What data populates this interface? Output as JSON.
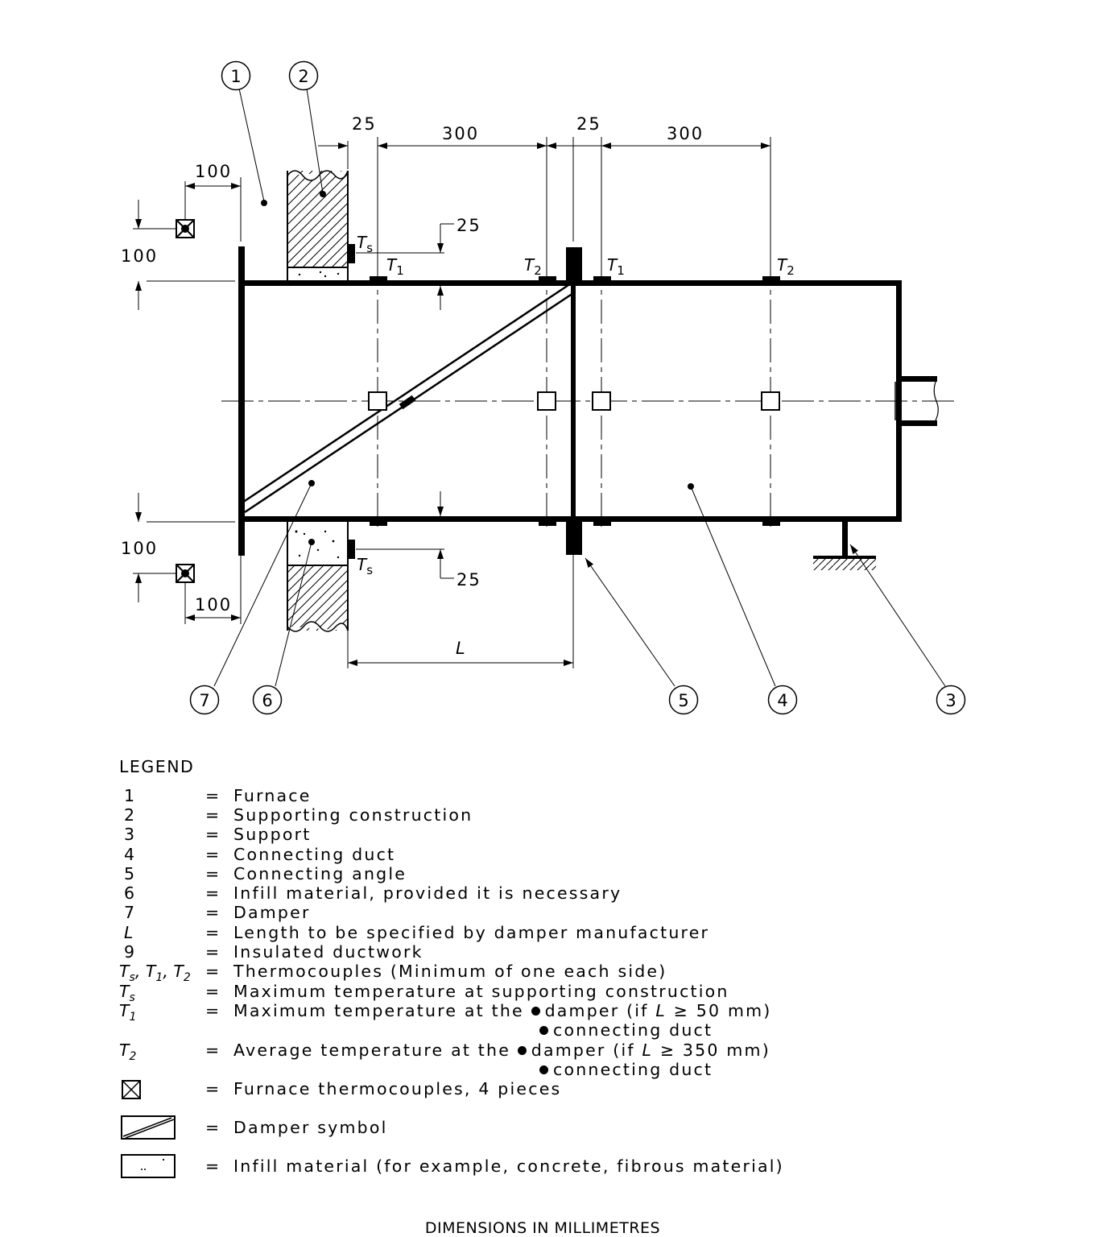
{
  "callouts": [
    "1",
    "2",
    "3",
    "4",
    "5",
    "6",
    "7"
  ],
  "dimensions": {
    "d25_a": "25",
    "d300_a": "300",
    "d25_b": "25",
    "d300_b": "300",
    "d100_top_h": "100",
    "d100_top_v": "100",
    "d25_top_wall": "25",
    "d25_bottom_wall": "25",
    "d100_bottom_v": "100",
    "d100_bottom_h": "100",
    "length_L": "L"
  },
  "thermocouple_labels": {
    "ts": "T",
    "ts_sub": "s",
    "t1": "T",
    "t1_sub": "1",
    "t2": "T",
    "t2_sub": "2"
  },
  "legend": {
    "title": "LEGEND",
    "rows": [
      {
        "key": "1",
        "text": "Furnace"
      },
      {
        "key": "2",
        "text": "Supporting construction"
      },
      {
        "key": "3",
        "text": "Support"
      },
      {
        "key": "4",
        "text": "Connecting duct"
      },
      {
        "key": "5",
        "text": "Connecting angle"
      },
      {
        "key": "6",
        "text": "Infill material, provided it is necessary"
      },
      {
        "key": "7",
        "text": "Damper"
      },
      {
        "key": "L",
        "text": "Length to be specified by damper manufacturer"
      },
      {
        "key": "9",
        "text": "Insulated ductwork"
      }
    ],
    "tc_row": {
      "text": "Thermocouples (Minimum of one each side)"
    },
    "ts_row": {
      "text": "Maximum temperature at supporting construction"
    },
    "t1_row": {
      "text": "Maximum temperature at the",
      "opt1": "damper (if",
      "opt1_var": "L",
      "opt1_rest": "≥ 50 mm)",
      "opt2": "connecting duct"
    },
    "t2_row": {
      "text": "Average temperature at the",
      "opt1": "damper (if",
      "opt1_var": "L",
      "opt1_rest": "≥ 350 mm)",
      "opt2": "connecting duct"
    },
    "equals": "=",
    "sym_rows": [
      {
        "text": "Furnace thermocouples, 4 pieces"
      },
      {
        "text": "Damper symbol"
      },
      {
        "text": "Infill material (for example, concrete, fibrous material)"
      }
    ]
  },
  "footer": "DIMENSIONS IN MILLIMETRES"
}
